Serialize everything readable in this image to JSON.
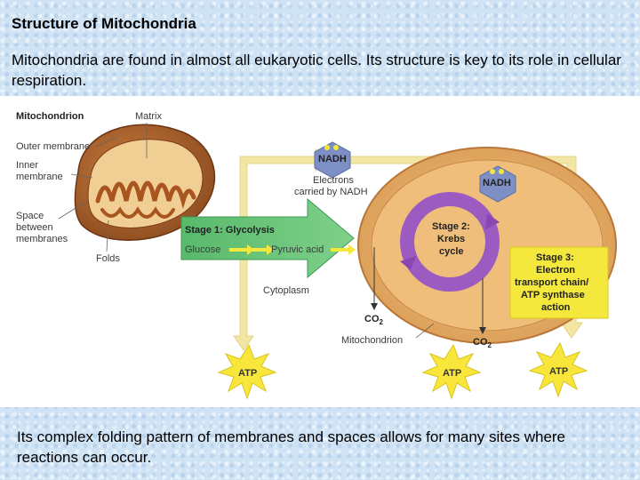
{
  "slide": {
    "title": "Structure of Mitochondria",
    "intro": "Mitochondria are found in almost all eukaryotic cells.  Its structure is key to its role in cellular respiration.",
    "caption": "Its complex folding pattern of membranes and spaces allows for many sites where reactions can occur."
  },
  "diagram": {
    "labels": {
      "mitochondrion": "Mitochondrion",
      "matrix": "Matrix",
      "outer_membrane": "Outer membrane",
      "inner_membrane_1": "Inner",
      "inner_membrane_2": "membrane",
      "space_1": "Space",
      "space_2": "between",
      "space_3": "membranes",
      "folds": "Folds",
      "nadh_1": "NADH",
      "nadh_2": "NADH",
      "electrons_1": "Electrons",
      "electrons_2": "carried by NADH",
      "stage1": "Stage 1: Glycolysis",
      "glucose": "Glucose",
      "pyruvic": "Pyruvic acid",
      "cytoplasm": "Cytoplasm",
      "stage2_1": "Stage 2:",
      "stage2_2": "Krebs",
      "stage2_3": "cycle",
      "stage3_1": "Stage 3:",
      "stage3_2": "Electron",
      "stage3_3": "transport chain/",
      "stage3_4": "ATP synthase",
      "stage3_5": "action",
      "co2_a": "CO",
      "co2_a_sub": "2",
      "co2_b": "CO",
      "co2_b_sub": "2",
      "mito_label": "Mitochondrion",
      "atp_1": "ATP",
      "atp_2": "ATP",
      "atp_3": "ATP"
    },
    "colors": {
      "arrow_yellow": "#f3e6a4",
      "cell_tan": "#e7b06a",
      "glycolysis_green": "#5bbf6b",
      "krebs_purple": "#9b5bc0",
      "etc_yellow": "#f5e83c",
      "nadh_blue": "#7d8fc4"
    }
  }
}
